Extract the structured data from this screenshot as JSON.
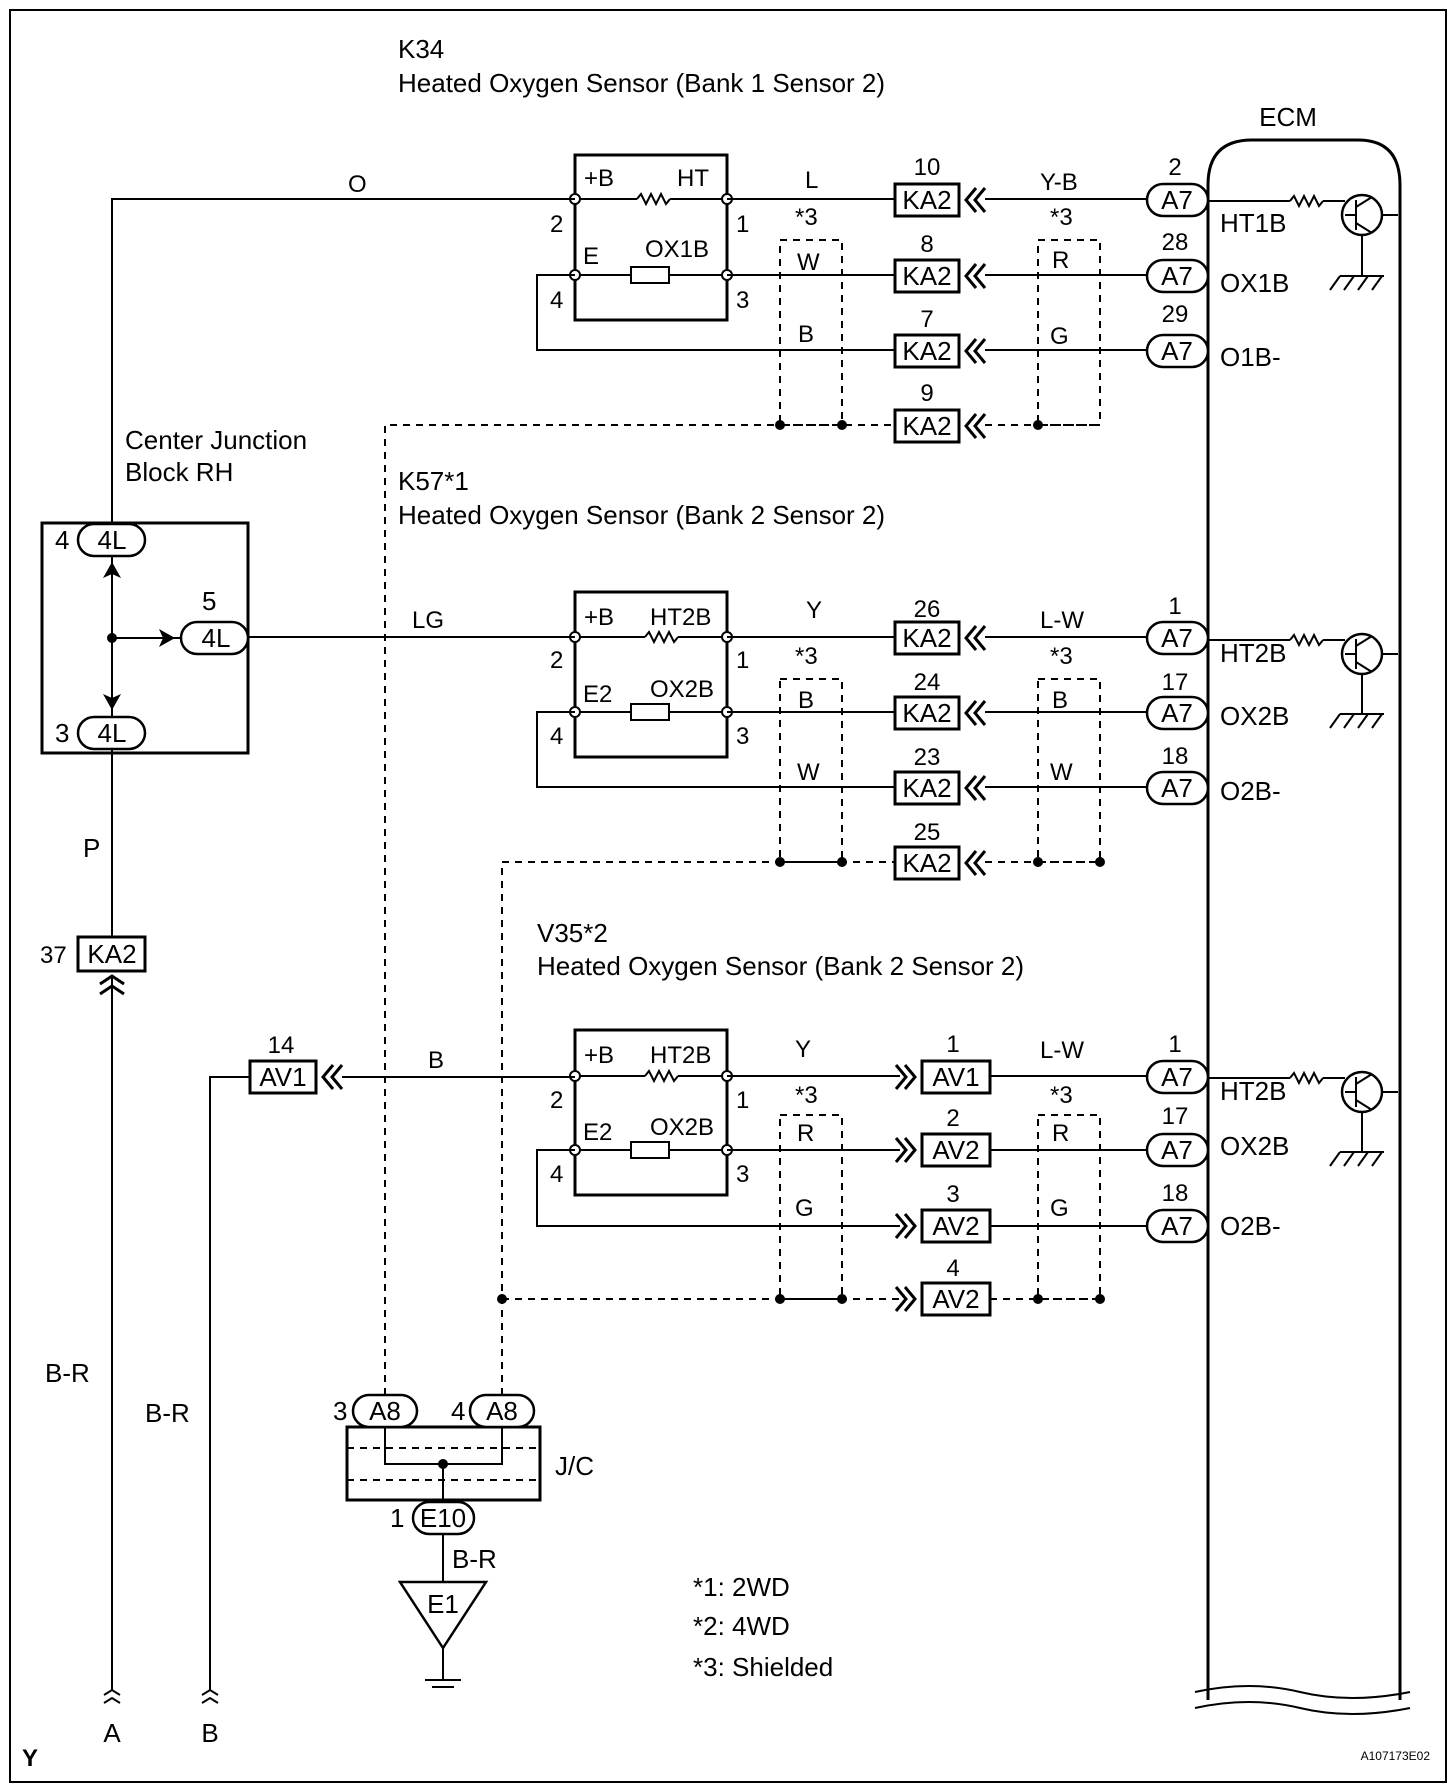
{
  "sensors": {
    "k34_id": "K34",
    "k34_name": "Heated Oxygen Sensor (Bank 1 Sensor 2)",
    "k57_id": "K57*1",
    "k57_name": "Heated Oxygen Sensor (Bank 2 Sensor 2)",
    "v35_id": "V35*2",
    "v35_name": "Heated Oxygen Sensor (Bank 2 Sensor 2)"
  },
  "ecm": {
    "label": "ECM",
    "ht1b": "HT1B",
    "ox1b": "OX1B",
    "o1b": "O1B-",
    "ht2b": "HT2B",
    "ox2b": "OX2B",
    "o2b": "O2B-"
  },
  "junction": {
    "label_line1": "Center Junction",
    "label_line2": "Block RH",
    "connector": "4L",
    "pin_top": "4",
    "pin_mid": "5",
    "pin_bot": "3",
    "jc_label": "J/C",
    "a8": "A8",
    "a8_pin3": "3",
    "a8_pin4": "4",
    "e10": "E10",
    "e10_pin": "1",
    "ground": "E1"
  },
  "sensor_pins": {
    "plus_b": "+B",
    "ht": "HT",
    "ht2b": "HT2B",
    "e": "E",
    "e2": "E2",
    "ox1b": "OX1B",
    "ox2b": "OX2B",
    "p1": "1",
    "p2": "2",
    "p3": "3",
    "p4": "4"
  },
  "connectors": {
    "ka2": "KA2",
    "a7": "A7",
    "av1": "AV1",
    "av2": "AV2",
    "ka2_pins": [
      "10",
      "8",
      "7",
      "9",
      "26",
      "24",
      "23",
      "25",
      "37"
    ],
    "a7_pins": [
      "2",
      "28",
      "29",
      "1",
      "17",
      "18",
      "1",
      "17",
      "18"
    ],
    "av_pins": [
      "14",
      "1",
      "2",
      "3",
      "4"
    ]
  },
  "wires": {
    "o": "O",
    "l": "L",
    "yb": "Y-B",
    "w": "W",
    "r": "R",
    "b": "B",
    "g": "G",
    "lg": "LG",
    "y": "Y",
    "lw": "L-W",
    "p": "P",
    "br": "B-R",
    "shielded": "*3"
  },
  "notes": {
    "n1": "*1: 2WD",
    "n2": "*2: 4WD",
    "n3": "*3: Shielded"
  },
  "offpage": {
    "a": "A",
    "b": "B"
  },
  "footer": {
    "corner": "Y",
    "figure_id": "A107173E02"
  }
}
